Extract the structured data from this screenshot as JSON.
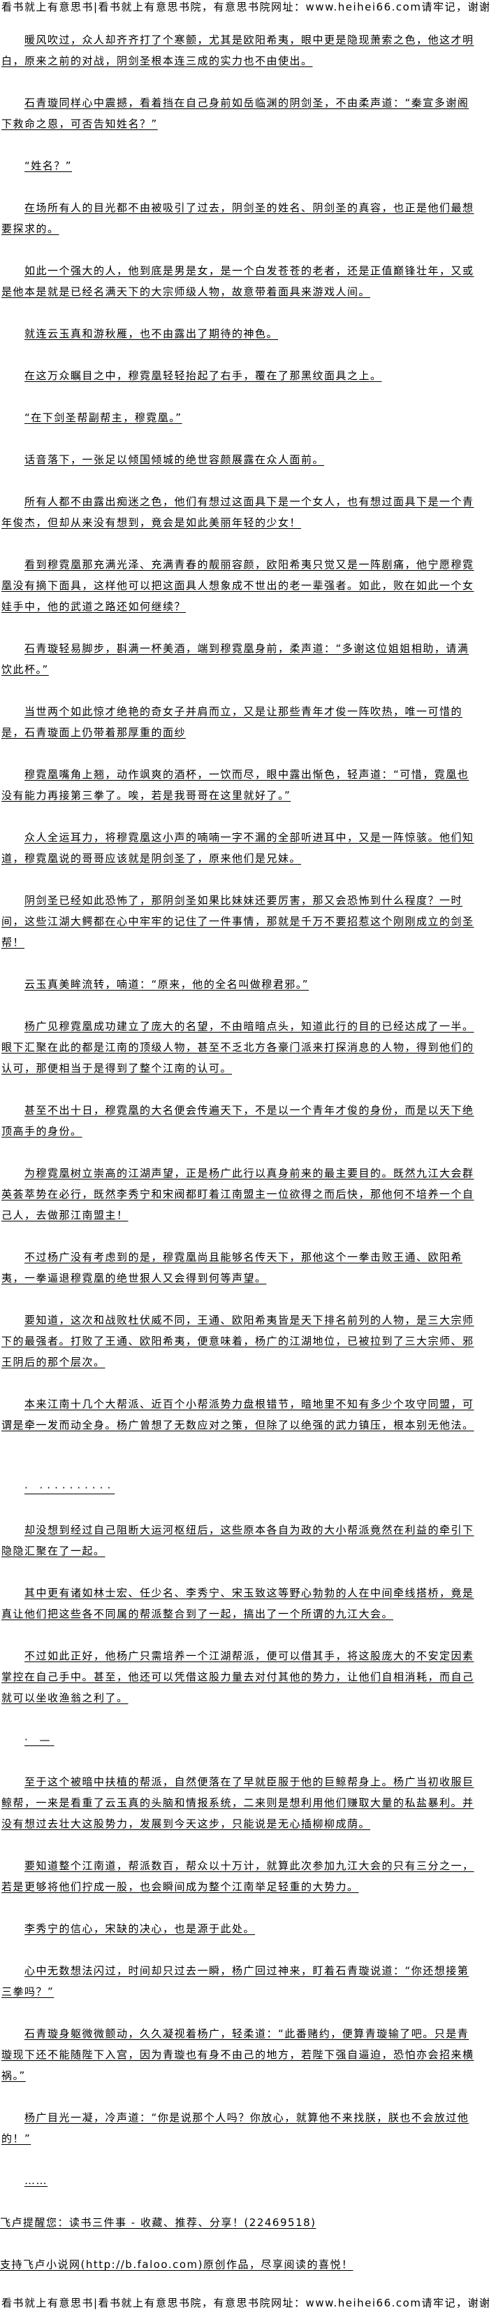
{
  "banner": "看书就上有意思书|看书就上有意思书院，有意思书院网址：www.heihei66.com请牢记，谢谢",
  "paragraphs": [
    {
      "text": "暖风吹过，众人却齐齐打了个寒颤，尤其是欧阳希夷，眼中更是隐现萧索之色，他这才明白，原来之前的对战，阴剑圣根本连三成的实力也不由使出。"
    },
    {
      "text": "石青璇同样心中震撼，看着挡在自己身前如岳临渊的阴剑圣，不由柔声道：“秦宣多谢阁下救命之恩，可否告知姓名？”"
    },
    {
      "text": "“姓名？”"
    },
    {
      "text": "在场所有人的目光都不由被吸引了过去，阴剑圣的姓名、阴剑圣的真容，也正是他们最想要探求的。"
    },
    {
      "text": "如此一个强大的人，他到底是男是女，是一个白发苍苍的老者，还是正值巅锋壮年，又或是他本是就是已经名满天下的大宗师级人物，故意带着面具来游戏人间。"
    },
    {
      "text": "就连云玉真和游秋雁，也不由露出了期待的神色。"
    },
    {
      "text": "在这万众瞩目之中，穆霓凰轻轻抬起了右手，覆在了那黑纹面具之上。"
    },
    {
      "text": "“在下剑圣帮副帮主，穆霓凰。”"
    },
    {
      "text": "话音落下，一张足以倾国倾城的绝世容颜展露在众人面前。"
    },
    {
      "text": "所有人都不由露出痴迷之色，他们有想过这面具下是一个女人，也有想过面具下是一个青年俊杰，但却从来没有想到，竟会是如此美丽年轻的少女！"
    },
    {
      "text": "看到穆霓凰那充满光泽、充满青春的靓丽容颜，欧阳希夷只觉又是一阵剧痛，他宁愿穆霓凰没有摘下面具，这样他可以把这面具人想象成不世出的老一辈强者。如此，败在如此一个女娃手中，他的武道之路还如何继续？"
    },
    {
      "text": "石青璇轻易脚步，斟满一杯美酒，端到穆霓凰身前，柔声道：“多谢这位姐姐相助，请满饮此杯。”"
    },
    {
      "text": "当世两个如此惊才绝艳的奇女子并肩而立，又是让那些青年才俊一阵吹热，唯一可惜的是，石青璇面上仍带着那厚重的面纱"
    },
    {
      "text": "穆霓凰嘴角上翘，动作飒爽的酒杯，一饮而尽，眼中露出惭色，轻声道：“可惜，霓凰也没有能力再接第三拳了。唉，若是我哥哥在这里就好了。”"
    },
    {
      "text": "众人全运耳力，将穆霓凰这小声的喃喃一字不漏的全部听进耳中，又是一阵惊骇。他们知道，穆霓凰说的哥哥应该就是阴剑圣了，原来他们是兄妹。"
    },
    {
      "text": "阴剑圣已经如此恐怖了，那阴剑圣如果比妹妹还要厉害，那又会恐怖到什么程度？一时间，这些江湖大鳄都在心中牢牢的记住了一件事情，那就是千万不要招惹这个刚刚成立的剑圣帮！"
    },
    {
      "text": "云玉真美眸流转，喃道：“原来，他的全名叫做穆君邪。”"
    },
    {
      "text": "杨广见穆霓凰成功建立了庞大的名望，不由暗暗点头，知道此行的目的已经达成了一半。眼下汇聚在此的都是江南的顶级人物，甚至不乏北方各豪门派来打探消息的人物，得到他们的认可，那便相当于是得到了整个江南的认可。"
    },
    {
      "text": "甚至不出十日，穆霓凰的大名便会传遍天下，不是以一个青年才俊的身份，而是以天下绝顶高手的身份。"
    },
    {
      "text": "为穆霓凰树立崇高的江湖声望，正是杨广此行以真身前来的最主要目的。既然九江大会群英荟萃势在必行，既然李秀宁和宋阀都盯着江南盟主一位欲得之而后快，那他何不培养一个自己人，去做那江南盟主！"
    },
    {
      "text": "不过杨广没有考虑到的是，穆霓凰尚且能够名传天下，那他这个一拳击败王通、欧阳希夷，一拳逼退穆霓凰的绝世狠人又会得到何等声望。"
    },
    {
      "text": "要知道，这次和战败杜伏威不同，王通、欧阳希夷皆是天下排名前列的人物，是三大宗师下的最强者。打败了王通、欧阳希夷，便意味着，杨广的江湖地位，已被拉到了三大宗师、邪王阴后的那个层次。"
    },
    {
      "text": "本来江南十几个大帮派、近百个小帮派势力盘根错节，暗地里不知有多少个攻守同盟，可谓是牵一发而动全身。杨广曾想了无数应对之策，但除了以绝强的武力镇压，根本别无他法。",
      "kind": "gap-lg"
    },
    {
      "text": "· ··········",
      "kind": "sep"
    },
    {
      "text": "却没想到经过自己阻断大运河枢纽后，这些原本各自为政的大小帮派竟然在利益的牵引下隐隐汇聚在了一起。"
    },
    {
      "text": "其中更有诸如林士宏、任少名、李秀宁、宋玉致这等野心勃勃的人在中间牵线搭桥，竟是真让他们把这些各不同属的帮派整合到了一起，搞出了一个所谓的九江大会。"
    },
    {
      "text": "不过如此正好，他杨广只需培养一个江湖帮派，便可以借其手，将这股庞大的不安定因素掌控在自己手中。甚至，他还可以凭借这股力量去对付其他的势力，让他们自相消耗，而自己就可以坐收渔翁之利了。"
    },
    {
      "text": "·  —",
      "kind": "sep"
    },
    {
      "text": "至于这个被暗中扶植的帮派，自然便落在了早就臣服于他的巨鲸帮身上。杨广当初收服巨鲸帮，一来是看重了云玉真的头脑和情报系统，二来则是想利用他们赚取大量的私盐暴利。并没有想过去壮大这股势力，发展到今天这步，只能说是无心插柳柳成荫。"
    },
    {
      "text": "要知道整个江南道，帮派数百，帮众以十万计，就算此次参加九江大会的只有三分之一，若是更够将他们拧成一股，也会瞬间成为整个江南举足轻重的大势力。"
    },
    {
      "text": "李秀宁的信心，宋缺的决心，也是源于此处。"
    },
    {
      "text": "心中无数想法闪过，时间却只过去一瞬，杨广回过神来，盯着石青璇说道：“你还想接第三拳吗？”"
    },
    {
      "text": "石青璇身躯微微颤动，久久凝视着杨广，轻柔道：“此番赌约，便算青璇输了吧。只是青璇现下还不能随陛下入宫，因为青璇也有身不由己的地方，若陛下强自逼迫，恐怕亦会招来横祸。”"
    },
    {
      "text": "杨广目光一凝，冷声道：“你是说那个人吗？你放心，就算他不来找朕，朕也不会放过他的！”"
    },
    {
      "text": "……"
    }
  ],
  "footer": {
    "reminder": "飞卢提醒您：读书三件事 - 收藏、推荐、分享！(22469518)",
    "support": "支持飞卢小说网(http://b.faloo.com)原创作品，尽享阅读的喜悦！"
  }
}
